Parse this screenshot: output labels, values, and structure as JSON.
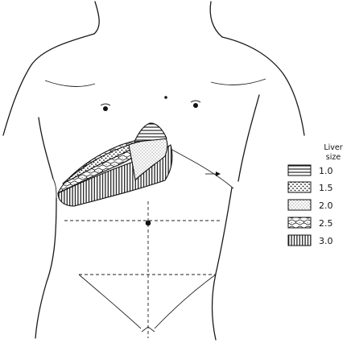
{
  "legend": {
    "title_line1": "Liver",
    "title_line2": "size",
    "items": [
      {
        "label": "1.0",
        "pattern": "horizontal-lines"
      },
      {
        "label": "1.5",
        "pattern": "coarse-dots"
      },
      {
        "label": "2.0",
        "pattern": "fine-dots"
      },
      {
        "label": "2.5",
        "pattern": "wavy-texture"
      },
      {
        "label": "3.0",
        "pattern": "vertical-lines"
      }
    ]
  }
}
